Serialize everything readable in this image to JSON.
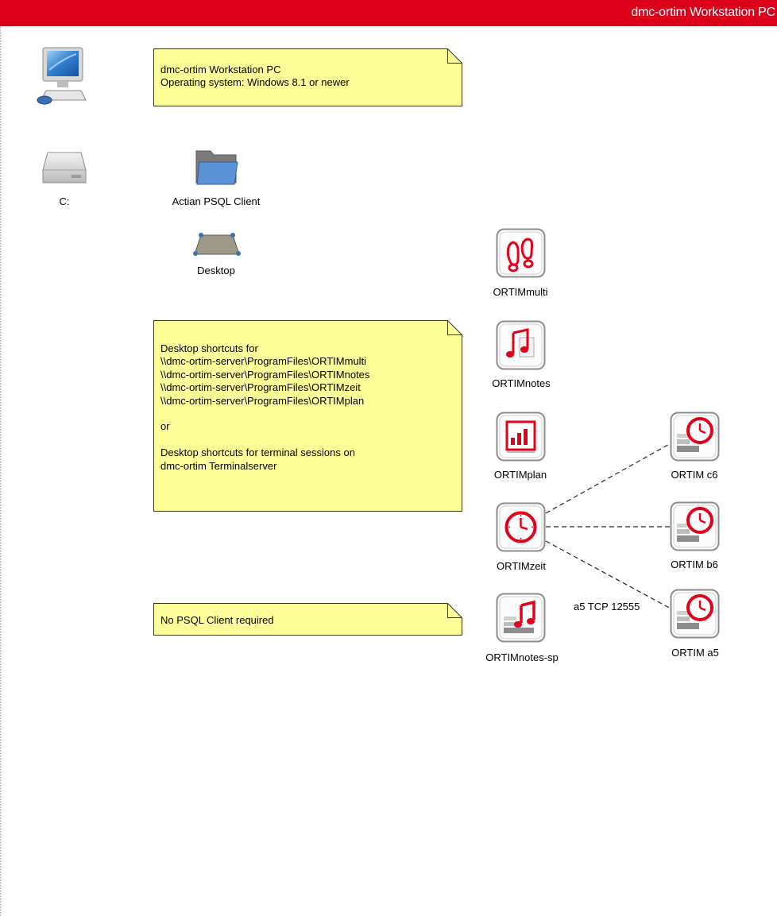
{
  "header": {
    "title": "dmc-ortim Workstation PC"
  },
  "notes": {
    "workstation": "dmc-ortim Workstation PC\nOperating system: Windows 8.1 or newer",
    "shortcuts": "Desktop shortcuts for\n\\\\dmc-ortim-server\\ProgramFiles\\ORTIMmulti\n\\\\dmc-ortim-server\\ProgramFiles\\ORTIMnotes\n\\\\dmc-ortim-server\\ProgramFiles\\ORTIMzeit\n\\\\dmc-ortim-server\\ProgramFiles\\ORTIMplan\n\nor\n\nDesktop shortcuts for terminal sessions on\ndmc-ortim Terminalserver",
    "psql": "No PSQL Client required"
  },
  "nodes": {
    "drive": "C:",
    "psql_client": "Actian PSQL Client",
    "desktop": "Desktop",
    "ortim_multi": "ORTIMmulti",
    "ortim_notes": "ORTIMnotes",
    "ortim_plan": "ORTIMplan",
    "ortim_zeit": "ORTIMzeit",
    "ortim_notes_sp": "ORTIMnotes-sp",
    "ortim_c6": "ORTIM c6",
    "ortim_b6": "ORTIM b6",
    "ortim_a5": "ORTIM a5"
  },
  "edges": {
    "a5_label": "a5 TCP 12555"
  },
  "colors": {
    "header_red": "#dc001a",
    "note_fill": "#ffff99",
    "icon_red": "#e2001a"
  },
  "icons": {
    "workstation": "computer-monitor-icon",
    "drive": "hard-drive-icon",
    "folder": "folder-icon",
    "desktop": "desktop-icon",
    "ortim_multi": "footprints-icon",
    "ortim_notes": "music-notes-icon",
    "ortim_plan": "bar-chart-icon",
    "ortim_zeit": "clock-icon",
    "ortim_notes_sp": "music-notes-stack-icon",
    "ortim_c6": "clock-stack-icon",
    "ortim_b6": "clock-stack-icon",
    "ortim_a5": "clock-stack-icon"
  }
}
